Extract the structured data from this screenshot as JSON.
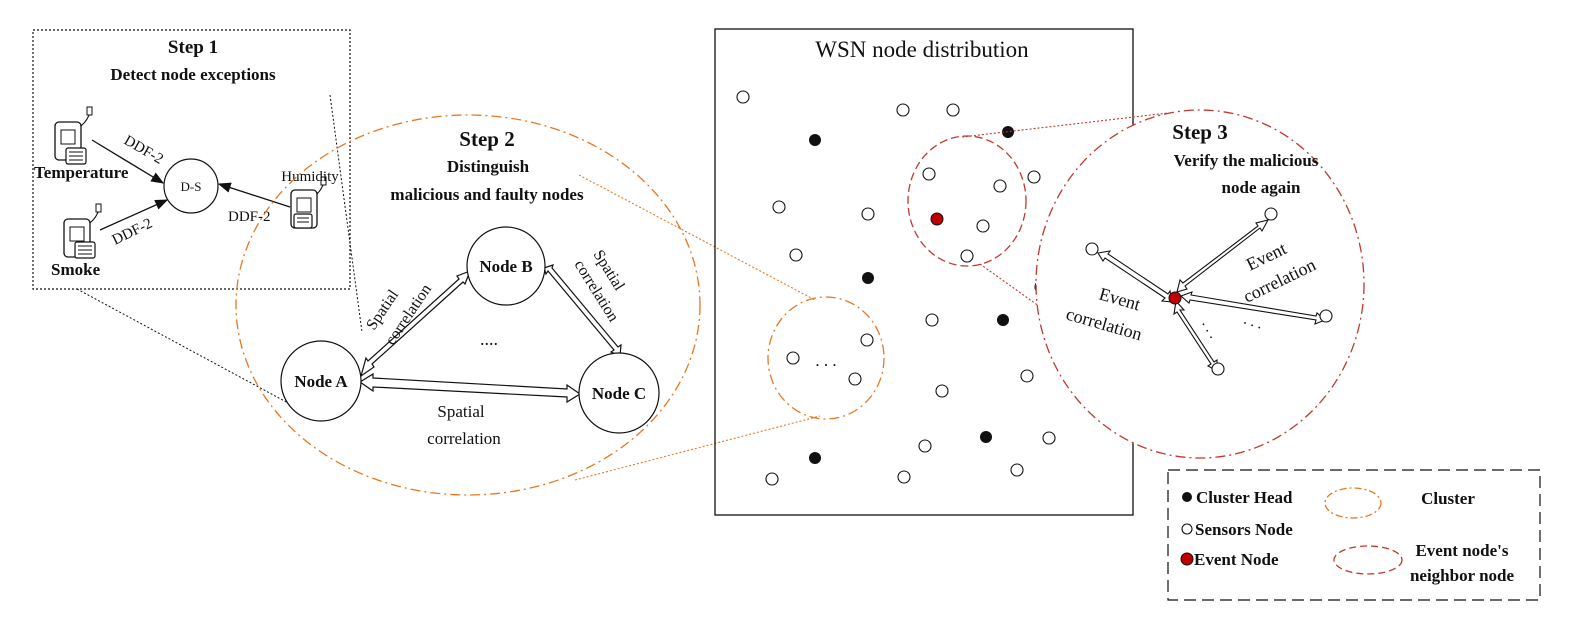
{
  "step1": {
    "title": "Step 1",
    "subtitle": "Detect node exceptions",
    "center_label": "D-S",
    "sensors": {
      "temperature": "Temperature",
      "smoke": "Smoke",
      "humidity": "Humidity"
    },
    "edge_labels": {
      "temperature": "DDF-2",
      "smoke": "DDF-2",
      "humidity": "DDF-2"
    }
  },
  "step2": {
    "title": "Step 2",
    "subtitle_line1": "Distinguish",
    "subtitle_line2": "malicious and faulty nodes",
    "nodes": {
      "a": "Node A",
      "b": "Node B",
      "c": "Node C"
    },
    "ellipsis": "....",
    "ab_label_line1": "Spatial",
    "ab_label_line2": "correlation",
    "bc_label_line1": "Spatial",
    "bc_label_line2": "correlation",
    "ac_label_line1": "Spatial",
    "ac_label_line2": "correlation"
  },
  "wsn": {
    "title": "WSN node distribution",
    "cluster_ellipsis": ". . ."
  },
  "step3": {
    "title": "Step 3",
    "subtitle_line1": "Verify the malicious",
    "subtitle_line2": "node again",
    "left_label_line1": "Event",
    "left_label_line2": "correlation",
    "right_label_line1": "Event",
    "right_label_line2": "correlation",
    "dots_a": ". . .",
    "dots_b": ". . ."
  },
  "legend": {
    "cluster_head": "Cluster Head",
    "sensors_node": "Sensors Node",
    "event_node": "Event Node",
    "cluster": "Cluster",
    "neighbor_line1": "Event node's",
    "neighbor_line2": "neighbor node"
  },
  "colors": {
    "cluster_orange": "#e87722",
    "event_red": "#c00000",
    "neighbor_red": "#c0392b",
    "stroke": "#111111"
  }
}
